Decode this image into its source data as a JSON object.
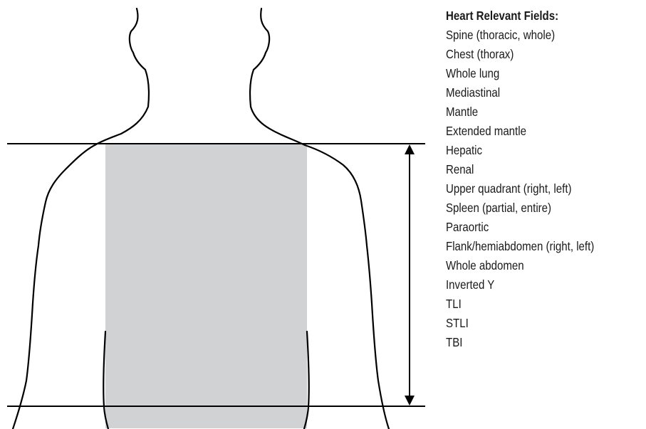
{
  "legend": {
    "title": "Heart Relevant Fields:",
    "items": [
      "Spine (thoracic, whole)",
      "Chest (thorax)",
      "Whole lung",
      "Mediastinal",
      "Mantle",
      "Extended mantle",
      "Hepatic",
      "Renal",
      "Upper quadrant (right, left)",
      "Spleen (partial, entire)",
      "Paraortic",
      "Flank/hemiabdomen (right, left)",
      "Whole abdomen",
      "Inverted Y",
      "TLI",
      "STLI",
      "TBI"
    ]
  },
  "colors": {
    "outline": "#000000",
    "shaded_field": "#d1d2d4",
    "text": "#1a1a1a"
  }
}
